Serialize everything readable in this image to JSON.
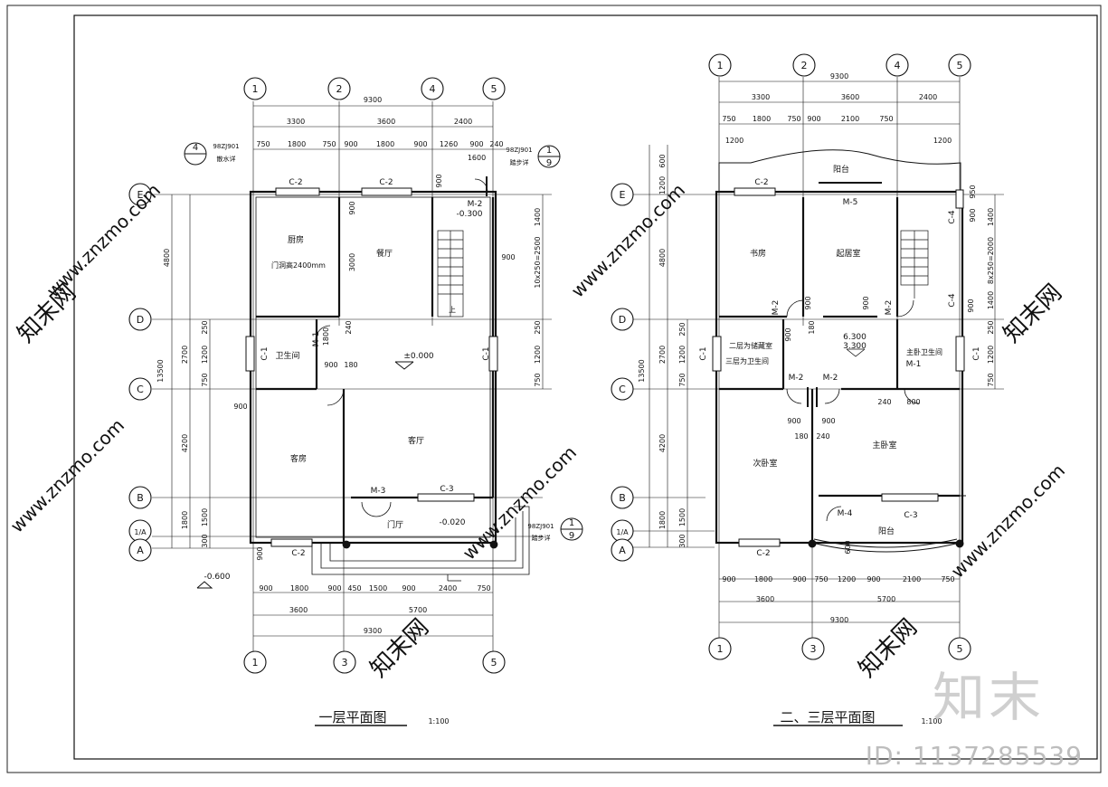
{
  "plans": {
    "first": {
      "title": "一层平面图",
      "scale": "1:100",
      "grid_top": [
        "1",
        "2",
        "4",
        "5"
      ],
      "grid_bottom": [
        "1",
        "3",
        "5"
      ],
      "grid_left": [
        "E",
        "D",
        "C",
        "B",
        "1/A",
        "A"
      ],
      "rooms": {
        "kitchen": "厨房",
        "dining": "餐厅",
        "bath": "卫生间",
        "guest": "客房",
        "living": "客厅",
        "foyer": "门厅"
      },
      "kitchen_note": "门洞高2400mm",
      "levels": {
        "main": "±0.000",
        "stair": "-0.300",
        "foyer": "-0.020",
        "outside": "-0.600"
      },
      "doors": {
        "m2": "M-2",
        "m3": "M-3",
        "m1": "M-1"
      },
      "windows": {
        "c2": "C-2",
        "c3": "C-3",
        "c1": "C-1"
      },
      "top_dims": [
        "9300",
        "3300",
        "3600",
        "2400",
        "750",
        "1800",
        "750",
        "900",
        "1800",
        "900",
        "1260",
        "900",
        "240",
        "1600"
      ],
      "bottom_dims": [
        "900",
        "1800",
        "900",
        "450",
        "1500",
        "900",
        "2400",
        "750",
        "3600",
        "5700",
        "9300"
      ],
      "left_dims": [
        "4800",
        "2700",
        "4200",
        "1800",
        "13500",
        "250",
        "1200",
        "750",
        "900",
        "1500",
        "300"
      ],
      "right_dims": [
        "1400",
        "10x250=2500",
        "900",
        "1200",
        "750",
        "250"
      ],
      "misc": [
        "1800",
        "240",
        "3000",
        "900",
        "180",
        "900",
        "900",
        "900"
      ],
      "annotations": {
        "drain": "散水详",
        "step": "踏步详",
        "std1": "98ZJ901",
        "std2": "98ZJ901",
        "callout_top": "4",
        "callout_right": "1",
        "callout_right_bottom": "9",
        "callout_right2": "1",
        "callout_right2_bottom": "9",
        "up": "上"
      }
    },
    "second": {
      "title": "二、三层平面图",
      "scale": "1:100",
      "grid_top": [
        "1",
        "2",
        "4",
        "5"
      ],
      "grid_bottom": [
        "1",
        "3",
        "5"
      ],
      "grid_left": [
        "E",
        "D",
        "C",
        "B",
        "1/A",
        "A"
      ],
      "rooms": {
        "study": "书房",
        "living": "起居室",
        "bath1": "二层为储藏室",
        "bath2": "三层为卫生间",
        "masterbath": "主卧卫生间",
        "bedroom2": "次卧室",
        "master": "主卧室",
        "balcony_top": "阳台",
        "balcony_bottom": "阳台"
      },
      "levels": {
        "l2": "6.300",
        "l3": "3.300"
      },
      "doors": {
        "m5": "M-5",
        "m2a": "M-2",
        "m2b": "M-2",
        "m2c": "M-2",
        "m2d": "M-2",
        "m1": "M-1",
        "m4": "M-4"
      },
      "windows": {
        "c2": "C-2",
        "c2b": "C-2",
        "c3": "C-3",
        "c1a": "C-1",
        "c1b": "C-1",
        "c4a": "C-4",
        "c4b": "C-4"
      },
      "top_dims": [
        "9300",
        "3300",
        "3600",
        "2400",
        "750",
        "1800",
        "750",
        "900",
        "2100",
        "750",
        "1200",
        "1200"
      ],
      "bottom_dims": [
        "900",
        "1800",
        "900",
        "750",
        "1200",
        "900",
        "2100",
        "750",
        "3600",
        "5700",
        "9300"
      ],
      "left_dims": [
        "4800",
        "2700",
        "4200",
        "1800",
        "13500",
        "600",
        "1200",
        "250",
        "1200",
        "750",
        "1500",
        "300"
      ],
      "right_dims": [
        "1400",
        "8x250=2000",
        "1400",
        "250",
        "1200",
        "750",
        "900",
        "950"
      ],
      "misc": [
        "900",
        "900",
        "900",
        "900",
        "180",
        "240",
        "800",
        "240",
        "180",
        "900",
        "900",
        "600"
      ]
    }
  },
  "watermarks": {
    "site": "www.znzmo.com",
    "cn": "知末网",
    "brand": "知末",
    "id": "ID: 1137285539"
  }
}
